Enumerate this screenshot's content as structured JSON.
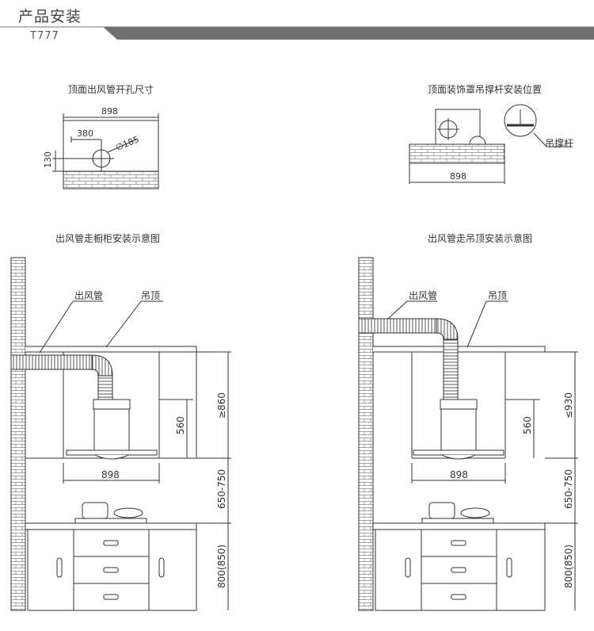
{
  "header": {
    "title": "产品安装",
    "model": "T777"
  },
  "diagrams": {
    "top_hole": {
      "title": "顶面出风管开孔尺寸",
      "width": "898",
      "offset": "380",
      "diameter": "∅185",
      "height_offset": "130"
    },
    "top_rod": {
      "title": "顶面装饰罩吊撑杆安装位置",
      "width": "898",
      "rod_label": "吊撑杆"
    },
    "cabinet": {
      "title": "出风管走橱柜安装示意图",
      "duct_label": "出风管",
      "ceiling_label": "吊顶",
      "dim_total": "≥860",
      "dim_hood": "560",
      "dim_width": "898",
      "dim_gap": "650-750",
      "dim_counter": "800(850)"
    },
    "ceiling": {
      "title": "出风管走吊顶安装示意图",
      "duct_label": "出风管",
      "ceiling_label": "吊顶",
      "dim_total": "≤930",
      "dim_hood": "560",
      "dim_width": "898",
      "dim_gap": "650-750",
      "dim_counter": "800(850)"
    }
  }
}
